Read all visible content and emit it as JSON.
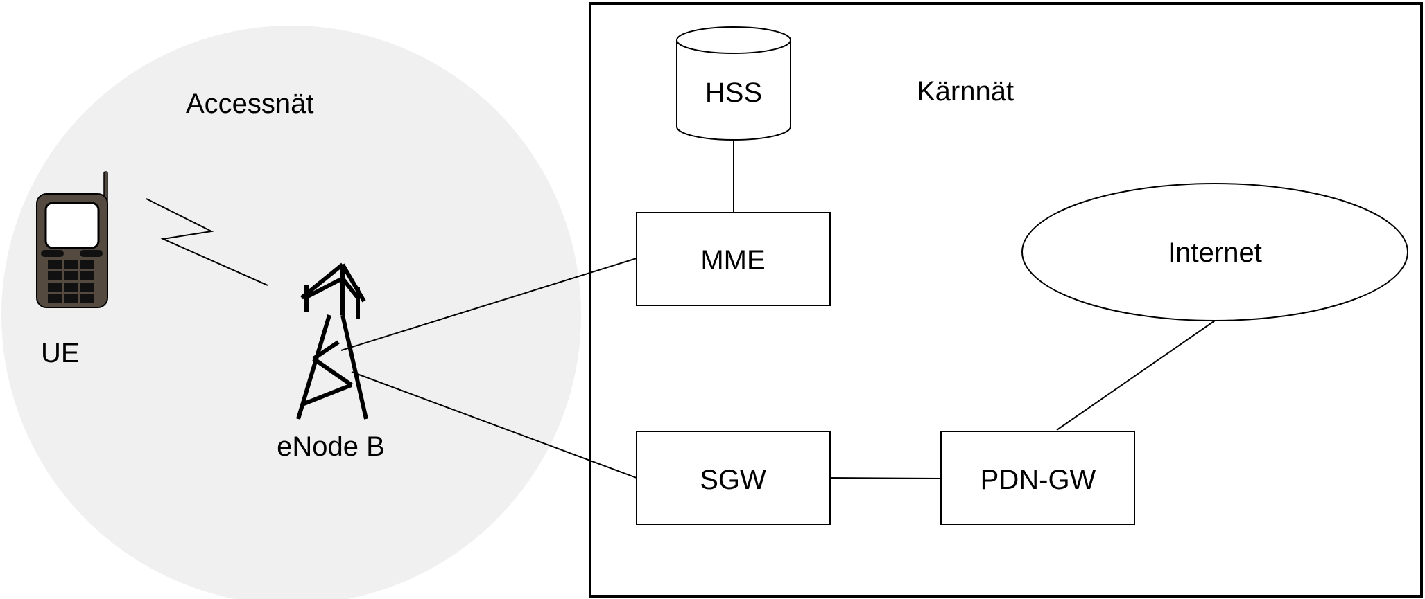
{
  "access_network": {
    "label": "Accessnät",
    "fill_color": "#f0f0f0"
  },
  "core_network": {
    "label": "Kärnnät"
  },
  "nodes": {
    "ue": {
      "label": "UE",
      "icon": "mobile-phone-icon"
    },
    "enodeb": {
      "label": "eNode B",
      "icon": "antenna-tower-icon"
    },
    "hss": {
      "label": "HSS",
      "icon": "database-cylinder"
    },
    "mme": {
      "label": "MME"
    },
    "sgw": {
      "label": "SGW"
    },
    "pdn_gw": {
      "label": "PDN-GW"
    },
    "internet": {
      "label": "Internet"
    }
  },
  "colors": {
    "stroke": "#000000",
    "phone_body": "#554a40",
    "phone_screen": "#ffffff",
    "background": "#ffffff"
  }
}
